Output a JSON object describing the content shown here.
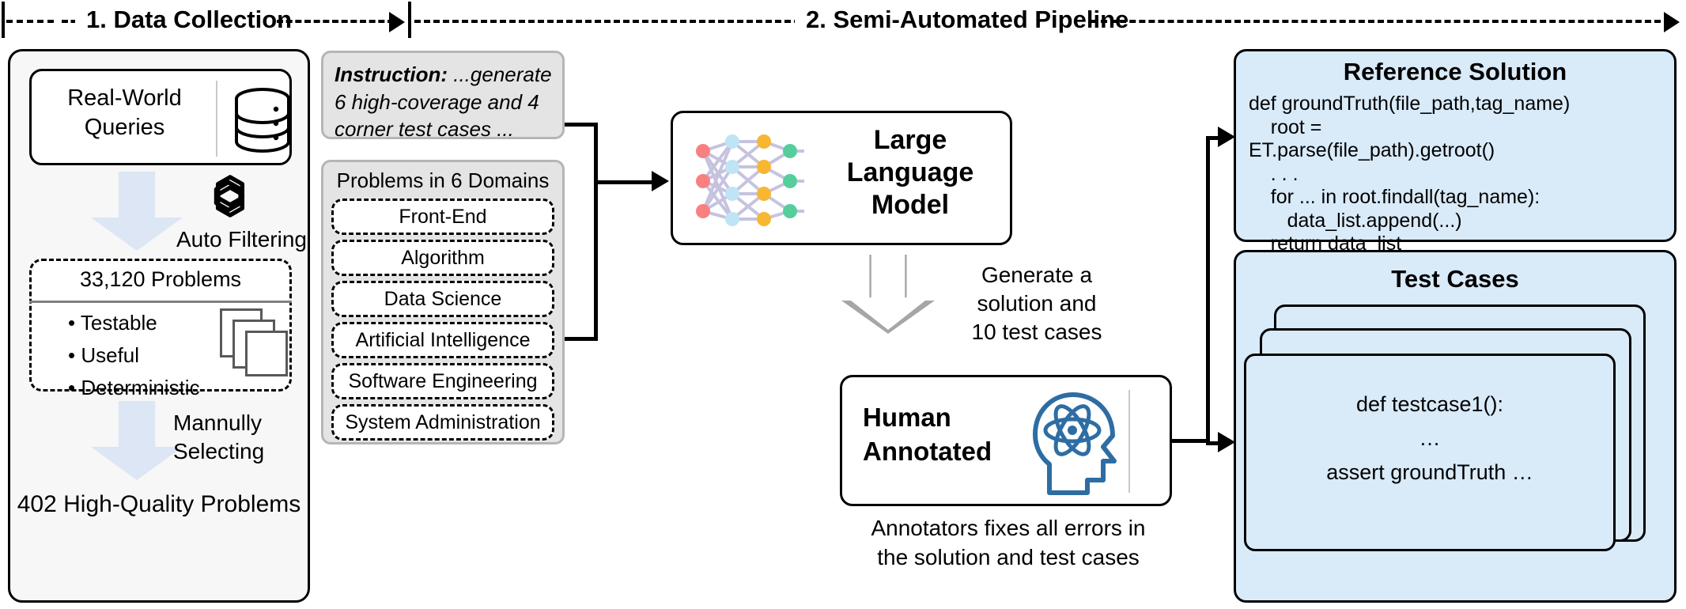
{
  "phases": {
    "left": {
      "label": "1. Data Collection"
    },
    "right": {
      "label": "2. Semi-Automated Pipeline"
    }
  },
  "data_collection": {
    "source_box": {
      "label": "Real-World\nQueries",
      "line1": "Real-World",
      "line2": "Queries",
      "icon": "database-icon"
    },
    "auto_filtering": {
      "label": "Auto Filtering",
      "icon": "openai-logo-icon"
    },
    "filtered": {
      "count_label": "33,120 Problems",
      "criteria": [
        "• Testable",
        "• Useful",
        "• Deterministic"
      ],
      "icon": "documents-stack-icon"
    },
    "manual_selecting": {
      "line1": "Mannully",
      "line2": "Selecting"
    },
    "final_label": "402 High-Quality Problems"
  },
  "pipeline": {
    "instruction": {
      "prefix": "Instruction:",
      "line1_rest": " ...generate",
      "line2": "6 high-coverage and 4",
      "line3": "corner test cases ..."
    },
    "domains": {
      "header": "Problems in 6 Domains",
      "items": [
        "Front-End",
        "Algorithm",
        "Data Science",
        "Artificial Intelligence",
        "Software Engineering",
        "System Administration"
      ]
    },
    "llm": {
      "line1": "Large",
      "line2": "Language",
      "line3": "Model",
      "icon": "neural-network-icon"
    },
    "generate_caption": {
      "line1": "Generate a",
      "line2": "solution and",
      "line3": "10 test cases"
    },
    "human": {
      "line1": "Human",
      "line2": "Annotated",
      "icon": "head-atom-icon"
    },
    "human_caption": {
      "line1": "Annotators fixes all errors in",
      "line2": "the solution and test cases"
    }
  },
  "outputs": {
    "reference_solution": {
      "title": "Reference Solution",
      "code": [
        "def groundTruth(file_path,tag_name)",
        "    root =",
        "ET.parse(file_path).getroot()",
        "    . . .",
        "    for ... in root.findall(tag_name):",
        "       data_list.append(...)",
        "    return data_list"
      ]
    },
    "test_cases": {
      "title": "Test Cases",
      "card_code": [
        "def testcase1():",
        "…",
        "assert groundTruth …"
      ]
    }
  },
  "colors": {
    "blue_fill": "#d9eaf9",
    "panel_fill": "#f7f7f7",
    "gray_fill": "#e4e4e4",
    "arrow_blue": "#dce6f4",
    "arrow_gray": "#a6a6a6",
    "accent_head": "#2e6da4"
  }
}
